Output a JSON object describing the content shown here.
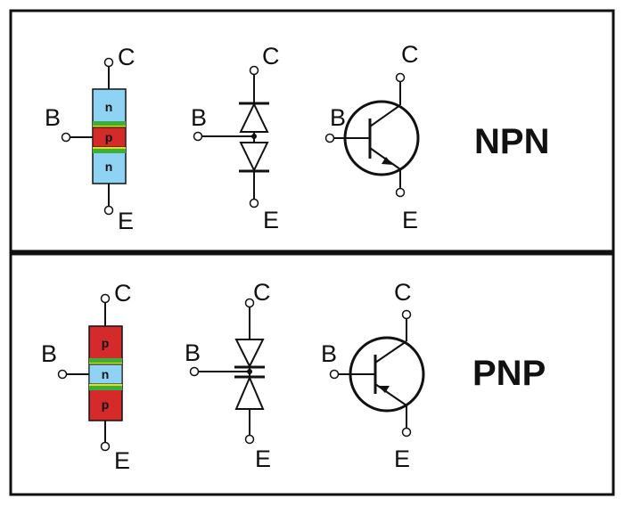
{
  "colors": {
    "n_region": "#8fd3f4",
    "p_region": "#d42a2a",
    "junction_green": "#3cae3c",
    "junction_yellow": "#e8e000",
    "frame": "#111111",
    "background": "#ffffff"
  },
  "panels": [
    {
      "type_label": "NPN",
      "layers": [
        "n",
        "p",
        "n"
      ],
      "terminals": {
        "collector": "C",
        "base": "B",
        "emitter": "E"
      }
    },
    {
      "type_label": "PNP",
      "layers": [
        "p",
        "n",
        "p"
      ],
      "terminals": {
        "collector": "C",
        "base": "B",
        "emitter": "E"
      }
    }
  ]
}
